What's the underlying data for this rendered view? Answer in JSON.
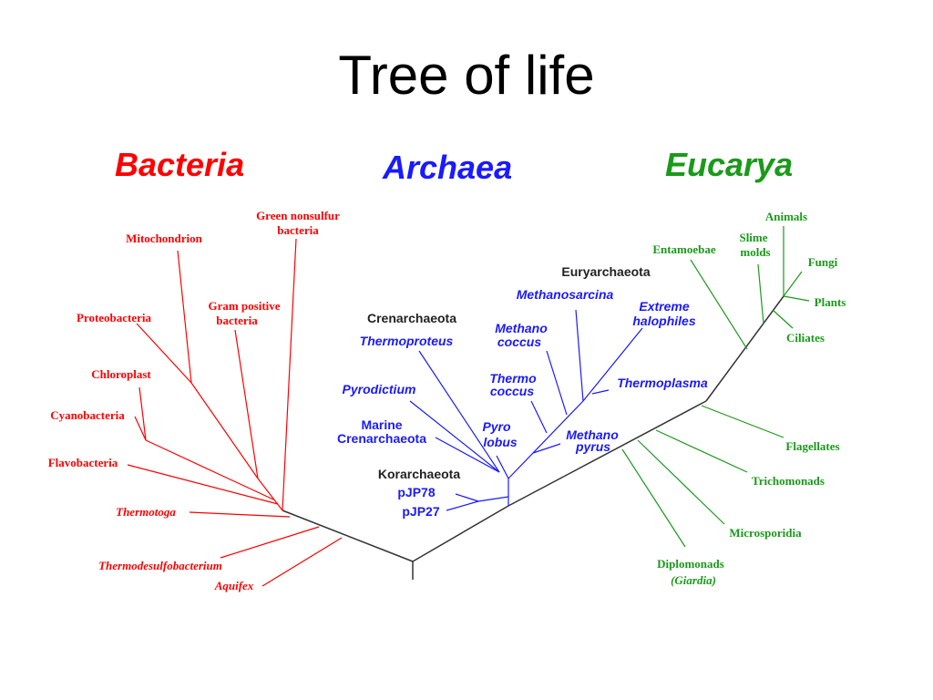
{
  "title": "Tree of life",
  "colors": {
    "bacteria": "#ff0000",
    "archaea": "#1a1aff",
    "eucarya": "#1a9a1a",
    "trunk": "#333333",
    "group": "#222222"
  },
  "domains": {
    "bacteria": "Bacteria",
    "archaea": "Archaea",
    "eucarya": "Eucarya"
  },
  "bacteria": {
    "green_nonsulfur_1": "Green nonsulfur",
    "green_nonsulfur_2": "bacteria",
    "mitochondrion": "Mitochondrion",
    "gram_positive_1": "Gram   positive",
    "gram_positive_2": "bacteria",
    "proteobacteria": "Proteobacteria",
    "chloroplast": "Chloroplast",
    "cyanobacteria": "Cyanobacteria",
    "flavobacteria": "Flavobacteria",
    "thermotoga": "Thermotoga",
    "thermodesulfobacterium": "Thermodesulfobacterium",
    "aquifex": "Aquifex"
  },
  "archaea": {
    "euryarchaeota": "Euryarchaeota",
    "methanosarcina": "Methanosarcina",
    "extreme_halophiles_1": "Extreme",
    "extreme_halophiles_2": "halophiles",
    "crenarchaeota": "Crenarchaeota",
    "thermoproteus": "Thermoproteus",
    "methanococcus_1": "Methano",
    "methanococcus_2": "coccus",
    "pyrodictium": "Pyrodictium",
    "thermococcus_1": "Thermo",
    "thermococcus_2": "coccus",
    "thermoplasma": "Thermoplasma",
    "marine_crenarchaeota_1": "Marine",
    "marine_crenarchaeota_2": "Crenarchaeota",
    "pyrolobus_1": "Pyro",
    "pyrolobus_2": "lobus",
    "methanopyrus_1": "Methano",
    "methanopyrus_2": "pyrus",
    "korarchaeota": "Korarchaeota",
    "pjp78": "pJP78",
    "pjp27": "pJP27"
  },
  "eucarya": {
    "animals": "Animals",
    "entamoebae": "Entamoebae",
    "slime_molds_1": "Slime",
    "slime_molds_2": "molds",
    "fungi": "Fungi",
    "plants": "Plants",
    "ciliates": "Ciliates",
    "flagellates": "Flagellates",
    "trichomonads": "Trichomonads",
    "microsporidia": "Microsporidia",
    "diplomonads": "Diplomonads",
    "giardia": "(Giardia)"
  }
}
